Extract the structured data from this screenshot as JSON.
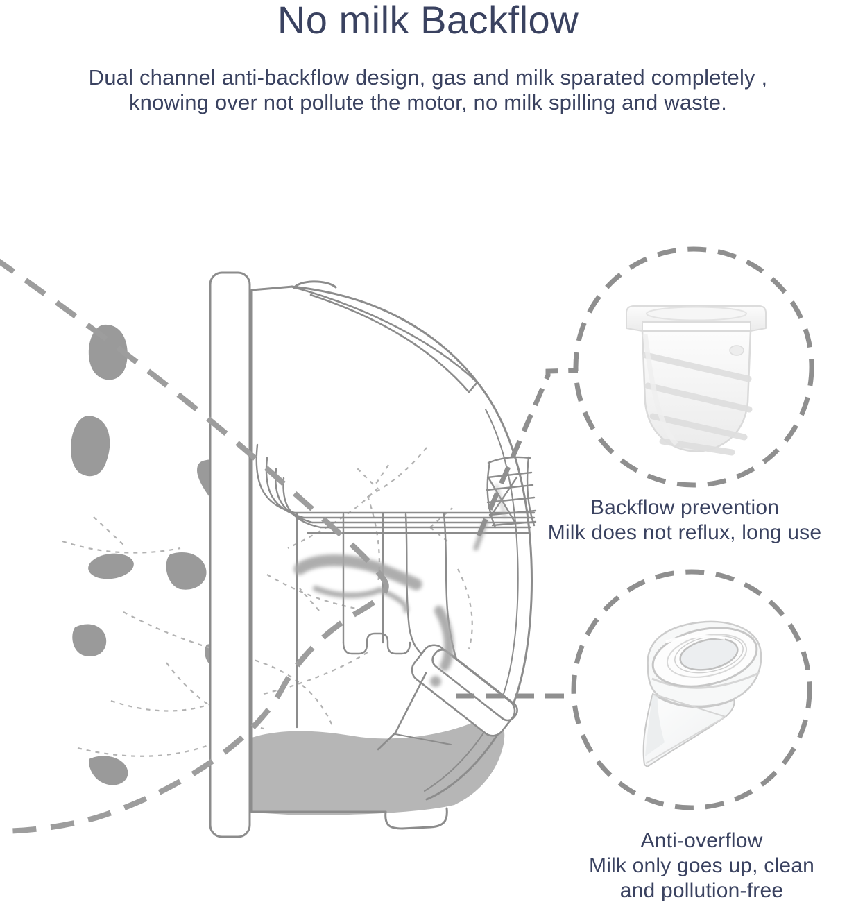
{
  "header": {
    "title": "No milk Backflow",
    "subtitle_line1": "Dual channel anti-backflow design, gas and milk sparated completely ,",
    "subtitle_line2": "knowing over not pollute the motor, no milk spilling and waste."
  },
  "callouts": {
    "backflow": {
      "title": "Backflow prevention",
      "body": "Milk does not reflux, long use"
    },
    "overflow": {
      "title": "Anti-overflow",
      "body_line1": "Milk only goes up, clean",
      "body_line2": "and pollution-free"
    }
  },
  "diagram": {
    "illustrations": [
      "breast-cross-section",
      "wearable-pump-cross-section",
      "backflow-prevention-valve-photo",
      "duckbill-anti-overflow-valve-photo"
    ],
    "colors": {
      "heading_text": "#3a4260",
      "line_gray": "#8c8c8c",
      "dashed_outline_gray": "#9d9d9d",
      "gland_blob_gray": "#9a9a9a",
      "milk_pool_gray": "#b6b6b6",
      "thin_duct_dash_gray": "#b2b2b2"
    }
  }
}
